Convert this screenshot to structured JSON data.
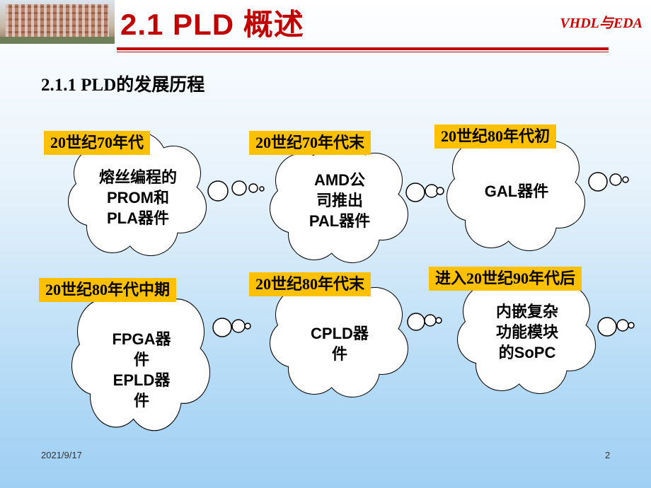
{
  "header": {
    "title": "2.1  PLD 概述",
    "logo": "VHDL与EDA",
    "image_alt": "campus building"
  },
  "subtitle": "2.1.1  PLD的发展历程",
  "items": [
    {
      "tag": "20世纪70年代",
      "lines": [
        "熔丝编程的",
        "PROM和",
        "PLA器件"
      ]
    },
    {
      "tag": "20世纪70年代末",
      "lines": [
        "AMD公",
        "司推出",
        "PAL器件"
      ]
    },
    {
      "tag": "20世纪80年代初",
      "lines": [
        "GAL器件"
      ]
    },
    {
      "tag": "20世纪80年代中期",
      "lines": [
        "FPGA器",
        "件",
        "EPLD器",
        "件"
      ]
    },
    {
      "tag": "20世纪80年代末",
      "lines": [
        "CPLD器",
        "件"
      ]
    },
    {
      "tag": "进入20世纪90年代后",
      "lines": [
        "内嵌复杂",
        "功能模块",
        "的SoPC"
      ]
    }
  ],
  "footer": {
    "date": "2021/9/17",
    "page": "2"
  },
  "colors": {
    "title": "#c00000",
    "tag": "#ffc000",
    "rule": "#c00000"
  }
}
